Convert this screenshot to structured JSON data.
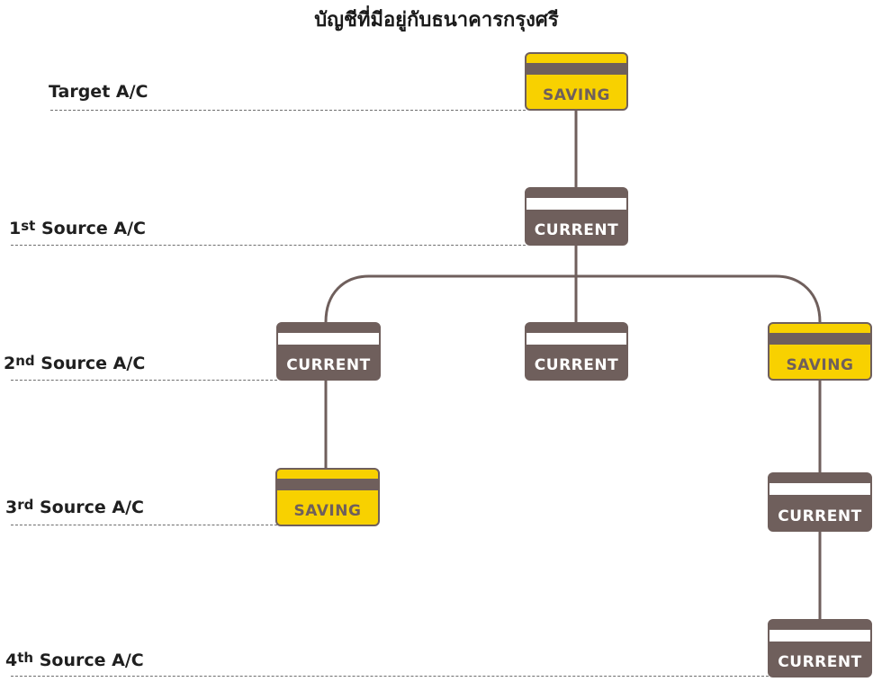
{
  "title": "บัญชีที่มีอยู่กับธนาคารกรุงศรี",
  "rows": [
    {
      "ordinal": "",
      "sup": "",
      "text": "Target A/C"
    },
    {
      "ordinal": "1",
      "sup": "st",
      "text": "Source A/C"
    },
    {
      "ordinal": "2",
      "sup": "nd",
      "text": "Source A/C"
    },
    {
      "ordinal": "3",
      "sup": "rd",
      "text": "Source A/C"
    },
    {
      "ordinal": "4",
      "sup": "th",
      "text": "Source A/C"
    }
  ],
  "cards": [
    {
      "id": "target",
      "type": "saving",
      "label": "SAVING"
    },
    {
      "id": "s1",
      "type": "current",
      "label": "CURRENT"
    },
    {
      "id": "s2a",
      "type": "current",
      "label": "CURRENT"
    },
    {
      "id": "s2b",
      "type": "current",
      "label": "CURRENT"
    },
    {
      "id": "s2c",
      "type": "saving",
      "label": "SAVING"
    },
    {
      "id": "s3a",
      "type": "saving",
      "label": "SAVING"
    },
    {
      "id": "s3c",
      "type": "current",
      "label": "CURRENT"
    },
    {
      "id": "s4c",
      "type": "current",
      "label": "CURRENT"
    }
  ],
  "colors": {
    "saving": "#f8d100",
    "current": "#6f5f5c",
    "line": "#6f5f5c",
    "guide": "#6e6e6e"
  }
}
